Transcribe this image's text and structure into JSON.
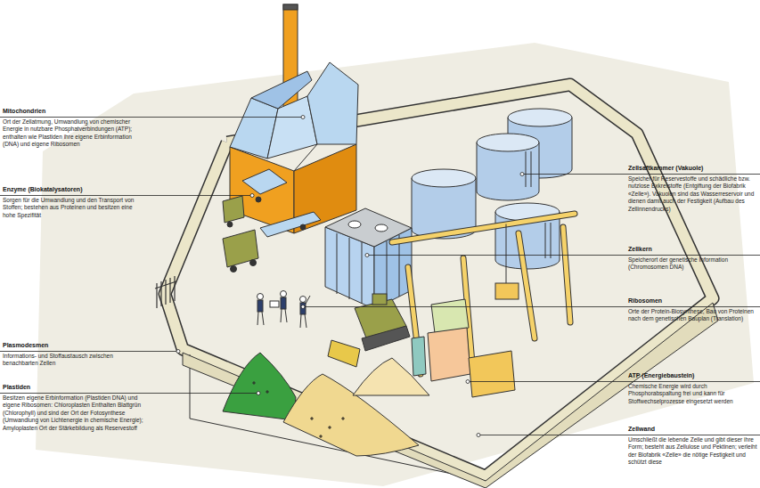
{
  "diagram": {
    "labels": [
      "Mitochondrien",
      "Ort der Zellatmung, Umwandlung von chemischer Energie in nutzbare Phosphatverbindungen (ATP); enthalten wie Plastiden ihre eigene Erbinformation (DNA) und eigene Ribosomen",
      "Enzyme (Biokatalysatoren)",
      "Sorgen für die Umwandlung und den Transport von Stoffen; bestehen aus Proteinen und besitzen eine hohe Spezifität",
      "Plasmodesmen",
      "Informations- und Stoffaustausch zwischen benachbarten Zellen",
      "Plastiden",
      "Besitzen eigene Erbinformation (Plastiden DNA) und eigene Ribosomen: Chloroplasten Enthalten Blattgrün (Chlorophyll) und sind der Ort der Fotosynthese (Umwandlung von Lichtenergie in chemische Energie); Amyloplasten Ort der Stärkebildung als Reservestoff",
      "Zellsaftkammer (Vakuole)",
      "Speicher für Reservestoffe und schädliche bzw. nutzlose Exkretstoffe (Entgiftung der Biofabrik «Zelle»). Vakuolen sind das Wasserreservoir und dienen damit auch der Festigkeit (Aufbau des Zellinnendrucks)",
      "Zellkern",
      "Speicherort der genetische Information (Chromosomen DNA)",
      "Ribosomen",
      "Orte der Protein-Biosynthese, Bau von Proteinen nach dem genetischen Bauplan (Translation)",
      "ATP (Energiebaustein)",
      "Chemische Energie wird durch Phosphorabspaltung frei und kann für Stoffwechselprozesse eingesetzt werden",
      "Zellwand",
      "Umschließt die lebende Zelle und gibt dieser ihre Form; besteht aus Zellulose und Pektinen; verleiht der Biofabrik «Zelle» die nötige Festigkeit und schützt diese"
    ]
  }
}
